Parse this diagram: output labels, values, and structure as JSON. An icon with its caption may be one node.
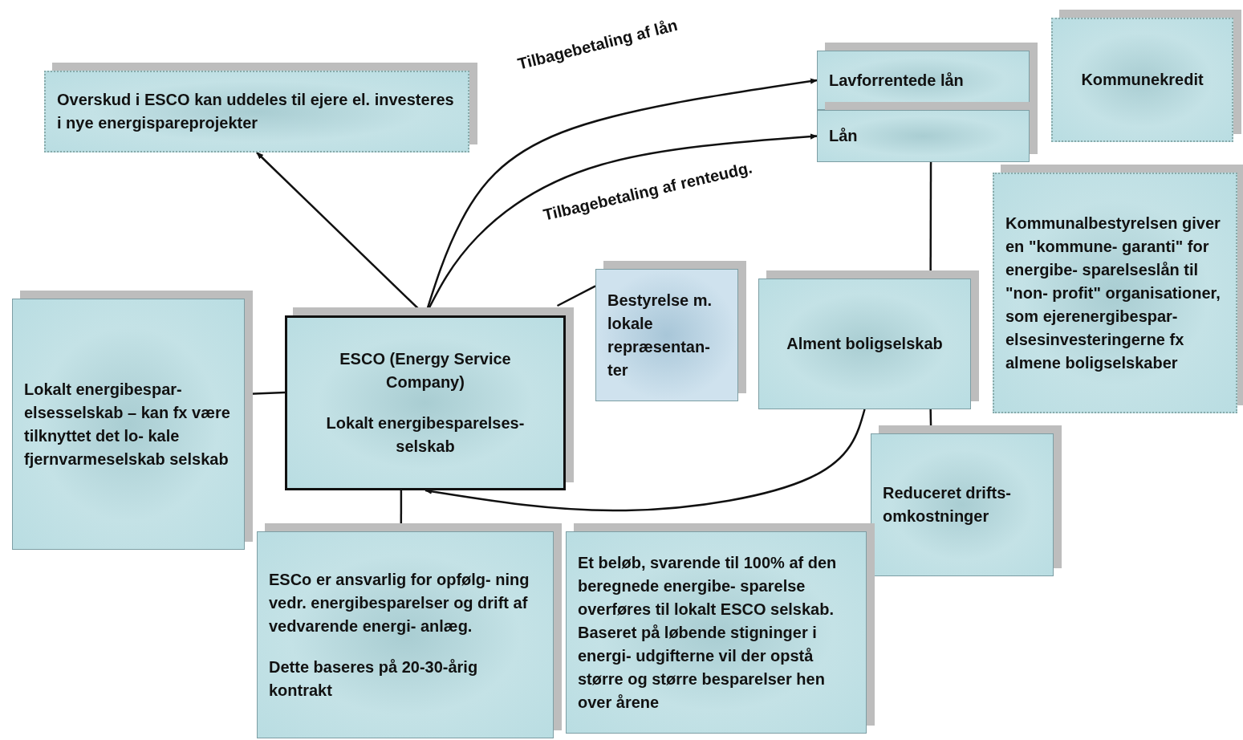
{
  "diagram": {
    "nodes": [
      {
        "text": [
          "Overskud i ESCO kan uddeles til ejere el. investeres i nye energispareprojekter"
        ]
      },
      {
        "text": [
          "Lavforrentede lån"
        ]
      },
      {
        "text": [
          "Lån"
        ]
      },
      {
        "text": [
          "Kommunekredit"
        ]
      },
      {
        "text": [
          "Kommunalbestyrelsen giver en \"kommune- garanti\" for energibe- sparelseslån til \"non- profit\" organisationer, som ejerenergibespar- elsesinvesteringerne fx almene boligselskaber"
        ]
      },
      {
        "text": [
          "Lokalt energibespar- elsesselskab – kan fx være tilknyttet det lo- kale fjernvarmeselskab selskab"
        ]
      },
      {
        "text": [
          "ESCO (Energy Service Company)",
          "Lokalt energibesparelses- selskab"
        ]
      },
      {
        "text": [
          "Bestyrelse m. lokale repræsentan- ter"
        ]
      },
      {
        "text": [
          "Alment boligselskab"
        ]
      },
      {
        "text": [
          "Reduceret drifts- omkostninger"
        ]
      },
      {
        "text": [
          "ESCo er ansvarlig for opfølg- ning vedr. energibesparelser og drift af vedvarende energi- anlæg.",
          "Dette baseres på 20-30-årig kontrakt"
        ]
      },
      {
        "text": [
          "Et beløb, svarende til 100% af den beregnede energibe- sparelse overføres til lokalt ESCO selskab. Baseret på løbende stigninger i energi- udgifterne vil der opstå større og større besparelser hen over årene"
        ]
      }
    ],
    "edges": [
      {
        "from": 6,
        "to": 0,
        "arrow": "to"
      },
      {
        "from": 6,
        "to": 1,
        "arrow": "to",
        "label": "Tilbagebetaling af lån"
      },
      {
        "from": 6,
        "to": 2,
        "arrow": "to",
        "label": "Tilbagebetaling af renteudg."
      },
      {
        "from": 6,
        "to": 7,
        "arrow": "none"
      },
      {
        "from": 5,
        "to": 6,
        "arrow": "none"
      },
      {
        "from": 2,
        "to": 8,
        "arrow": "none"
      },
      {
        "from": 8,
        "to": 9,
        "arrow": "none"
      },
      {
        "from": 8,
        "to": 6,
        "arrow": "to"
      },
      {
        "from": 6,
        "to": 10,
        "arrow": "none"
      }
    ]
  }
}
